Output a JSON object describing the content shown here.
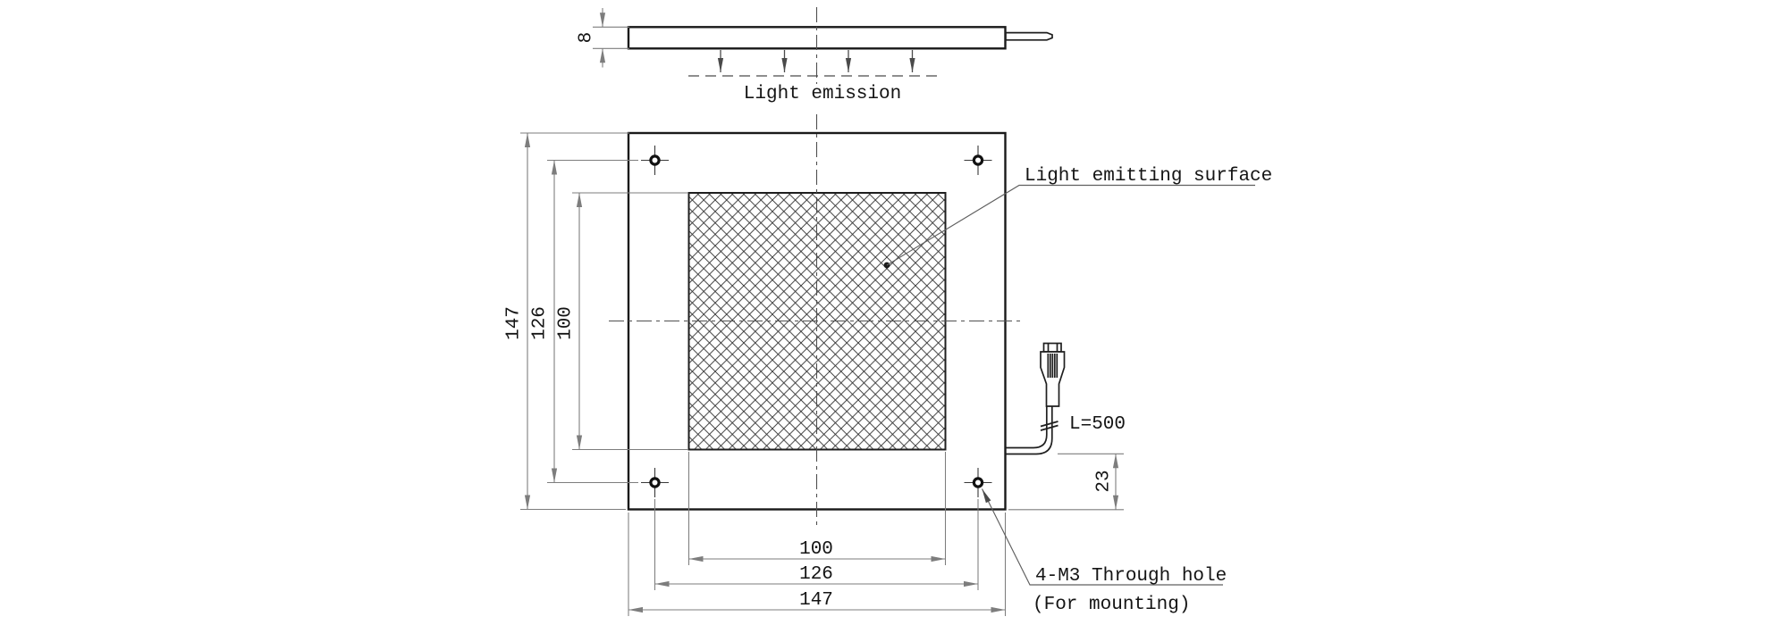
{
  "side_view": {
    "thickness": "8",
    "emission_label": "Light emission"
  },
  "front_view": {
    "outer_size": "147",
    "hole_pitch": "126",
    "emitting_size": "100",
    "surface_label": "Light emitting surface",
    "cable_length": "L=500",
    "cable_exit_offset": "23",
    "hole_note_line1": "4-M3 Through hole",
    "hole_note_line2": "(For mounting)"
  },
  "colors": {
    "outline": "#1a1a1a",
    "dimension_lines": "#7d7d7d",
    "centerline": "#4f4f4f",
    "background": "#ffffff",
    "text": "#141414"
  }
}
